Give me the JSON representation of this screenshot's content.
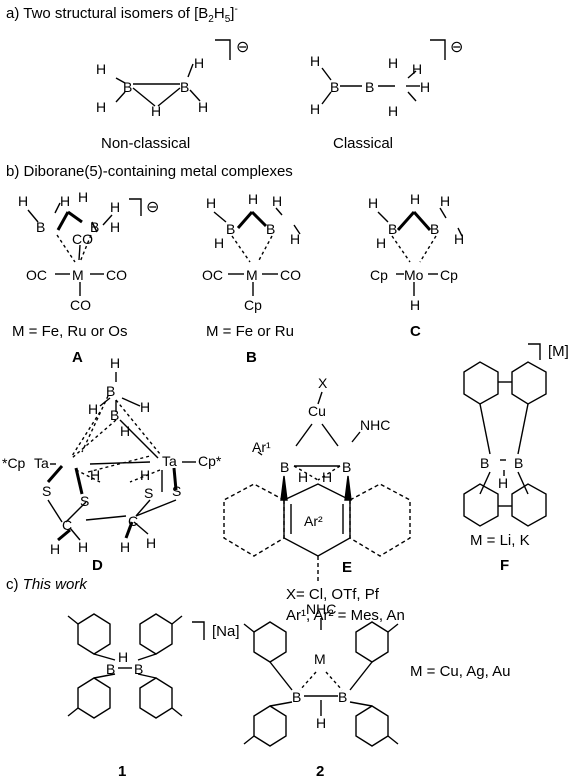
{
  "sections": {
    "a": {
      "prefix": "a) ",
      "title": "Two structural isomers of [B",
      "sub": "2",
      "mid": "H",
      "sub2": "5",
      "end": "]",
      "sup": "-"
    },
    "b": {
      "title": "b) Diborane(5)-containing metal complexes"
    },
    "c": {
      "prefix": "c) ",
      "title_it": "This work"
    }
  },
  "isomers": {
    "nonclassical": "Non-classical",
    "classical": "Classical"
  },
  "complexes": {
    "A": {
      "label": "A",
      "caption": "M = Fe, Ru or Os"
    },
    "B": {
      "label": "B",
      "caption": "M = Fe or Ru"
    },
    "C": {
      "label": "C"
    },
    "D": {
      "label": "D"
    },
    "E": {
      "label": "E",
      "caption1": "X= Cl, OTf, Pf",
      "caption2": "Ar¹, Ar² = Mes, An"
    },
    "F": {
      "label": "F",
      "caption": "M = Li, K",
      "counter": "[M]"
    }
  },
  "work": {
    "c1": {
      "label": "1",
      "counter": "[Na]"
    },
    "c2": {
      "label": "2",
      "caption": "M = Cu, Ag, Au"
    }
  },
  "atoms": {
    "H": "H",
    "B": "B",
    "M": "M",
    "CO": "CO",
    "OC": "OC",
    "Cp": "Cp",
    "Mo": "Mo",
    "Ta": "Ta",
    "S": "S",
    "C": "C",
    "Cu": "Cu",
    "X": "X",
    "NHC": "NHC",
    "Ar1": "Ar¹",
    "Ar2": "Ar²",
    "CpStarL": "*Cp",
    "CpStarR": "Cp*",
    "minus": "⊖"
  }
}
